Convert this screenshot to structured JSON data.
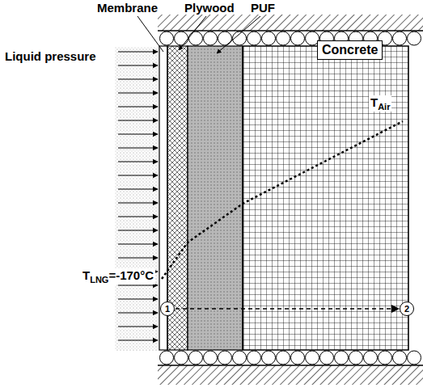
{
  "diagram": {
    "nodes": [
      {
        "text": [
          "1"
        ]
      },
      {
        "text": [
          "2"
        ]
      }
    ],
    "edges": [
      {
        "from": 0,
        "to": 1,
        "arrow": "to"
      }
    ],
    "labels": [
      "Membrane",
      "Plywood",
      "PUF",
      "Liquid pressure",
      "Concrete",
      "T",
      "Air",
      "T",
      "LNG",
      "=-170°C"
    ]
  }
}
